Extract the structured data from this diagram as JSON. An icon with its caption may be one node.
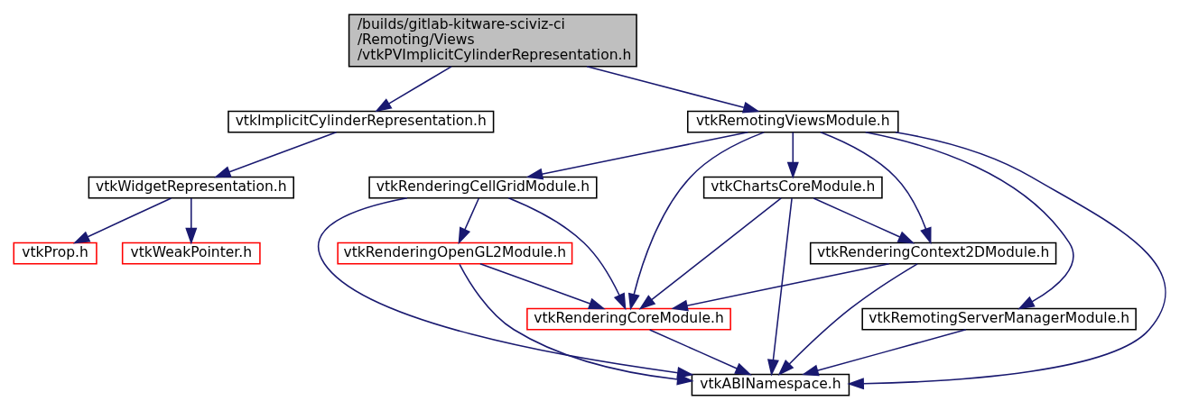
{
  "diagram": {
    "nodes": [
      {
        "text": [
          "/builds/gitlab-kitware-sciviz-ci/Remoting/Views/vtkPVImplicitCylinderRepresentation.h"
        ]
      },
      {
        "text": [
          "vtkImplicitCylinderRepresentation.h"
        ]
      },
      {
        "text": [
          "vtkRemotingViewsModule.h"
        ]
      },
      {
        "text": [
          "vtkWidgetRepresentation.h"
        ]
      },
      {
        "text": [
          "vtkChartsCoreModule.h"
        ]
      },
      {
        "text": [
          "vtkRenderingCellGridModule.h"
        ]
      },
      {
        "text": [
          "vtkWeakPointer.h"
        ]
      },
      {
        "text": [
          "vtkProp.h"
        ]
      },
      {
        "text": [
          "vtkRenderingContext2DModule.h"
        ]
      },
      {
        "text": [
          "vtkRenderingOpenGL2Module.h"
        ]
      },
      {
        "text": [
          "vtkRenderingCoreModule.h"
        ]
      },
      {
        "text": [
          "vtkRemotingServerManagerModule.h"
        ]
      },
      {
        "text": [
          "vtkABINamespace.h"
        ]
      }
    ],
    "edges": [
      {
        "from": 0,
        "to": 1,
        "arrow": "to"
      },
      {
        "from": 0,
        "to": 2,
        "arrow": "to"
      },
      {
        "from": 1,
        "to": 3,
        "arrow": "to"
      },
      {
        "from": 3,
        "to": 6,
        "arrow": "to"
      },
      {
        "from": 3,
        "to": 7,
        "arrow": "to"
      },
      {
        "from": 2,
        "to": 4,
        "arrow": "to"
      },
      {
        "from": 2,
        "to": 8,
        "arrow": "to"
      },
      {
        "from": 2,
        "to": 10,
        "arrow": "to"
      },
      {
        "from": 2,
        "to": 5,
        "arrow": "to"
      },
      {
        "from": 2,
        "to": 12,
        "arrow": "to"
      },
      {
        "from": 2,
        "to": 11,
        "arrow": "to"
      },
      {
        "from": 4,
        "to": 8,
        "arrow": "to"
      },
      {
        "from": 4,
        "to": 10,
        "arrow": "to"
      },
      {
        "from": 4,
        "to": 12,
        "arrow": "to"
      },
      {
        "from": 8,
        "to": 10,
        "arrow": "to"
      },
      {
        "from": 8,
        "to": 12,
        "arrow": "to"
      },
      {
        "from": 5,
        "to": 9,
        "arrow": "to"
      },
      {
        "from": 5,
        "to": 10,
        "arrow": "to"
      },
      {
        "from": 5,
        "to": 12,
        "arrow": "to"
      },
      {
        "from": 9,
        "to": 10,
        "arrow": "to"
      },
      {
        "from": 9,
        "to": 12,
        "arrow": "to"
      },
      {
        "from": 10,
        "to": 12,
        "arrow": "to"
      },
      {
        "from": 11,
        "to": 12,
        "arrow": "to"
      }
    ]
  }
}
